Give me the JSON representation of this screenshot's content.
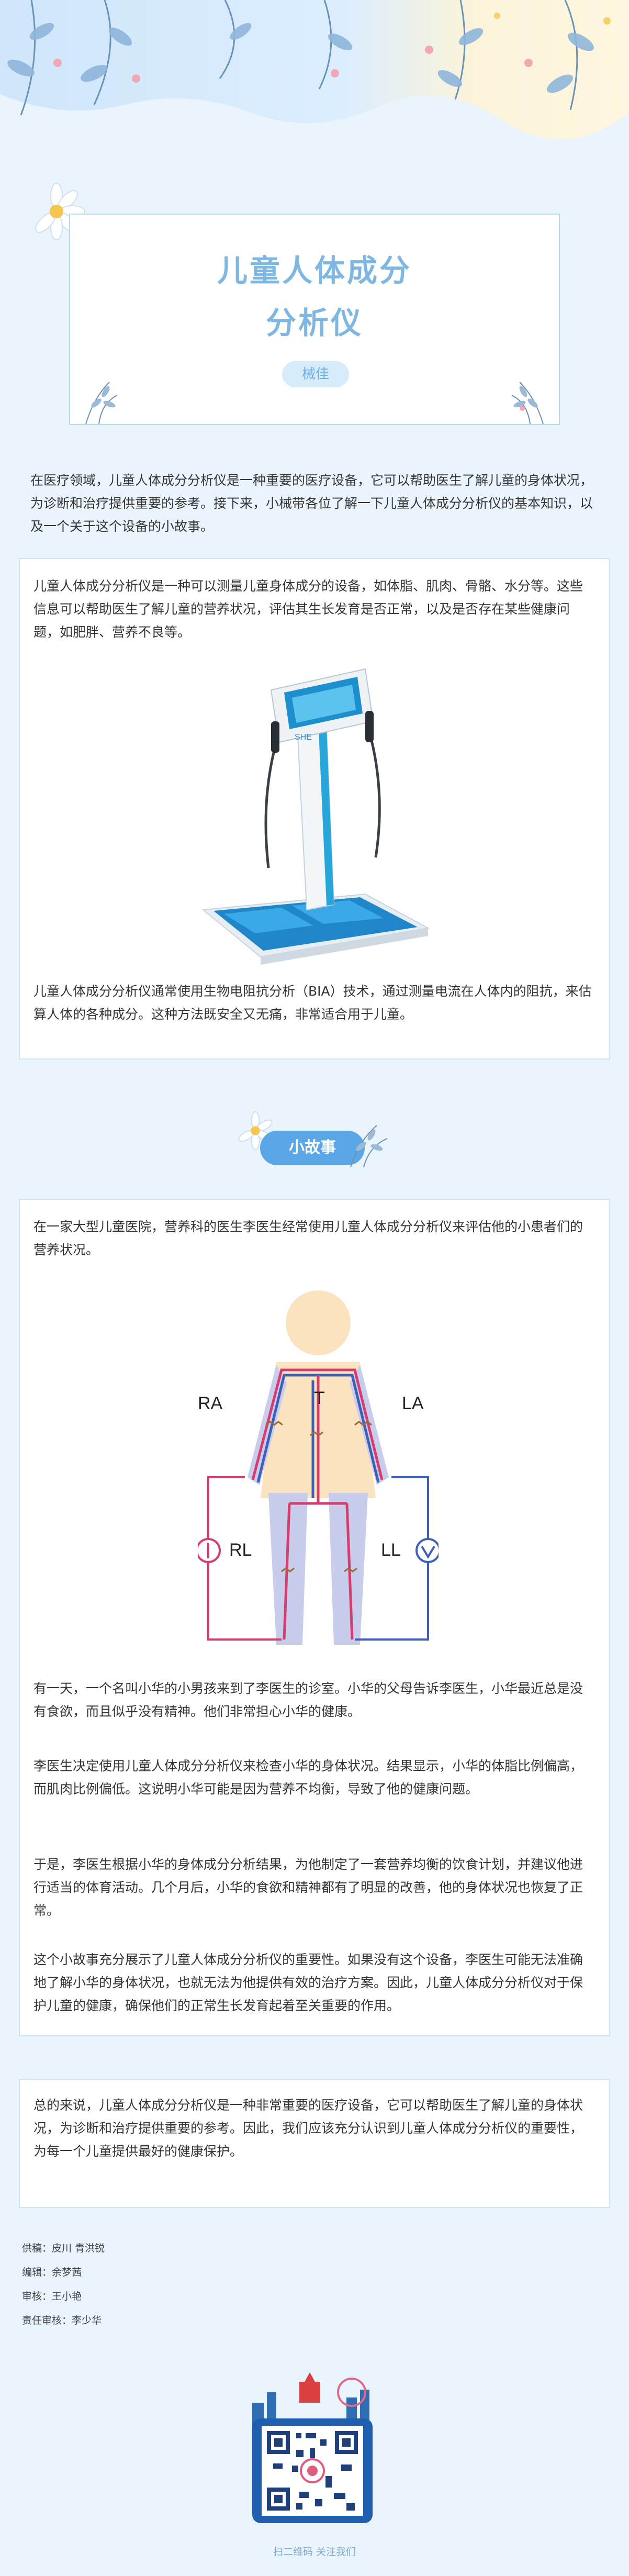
{
  "header": {
    "title_line1": "儿童人体成分",
    "title_line2": "分析仪",
    "author": "械佳"
  },
  "intro": "在医疗领域，儿童人体成分分析仪是一种重要的医疗设备，它可以帮助医生了解儿童的身体状况，为诊断和治疗提供重要的参考。接下来，小械带各位了解一下儿童人体成分分析仪的基本知识，以及一个关于这个设备的小故事。",
  "device_card": {
    "para1": "儿童人体成分分析仪是一种可以测量儿童身体成分的设备，如体脂、肌肉、骨骼、水分等。这些信息可以帮助医生了解儿童的营养状况，评估其生长发育是否正常，以及是否存在某些健康问题，如肥胖、营养不良等。",
    "brand_text": "SHE",
    "para2": "儿童人体成分分析仪通常使用生物电阻抗分析（BIA）技术，通过测量电流在人体内的阻抗，来估算人体的各种成分。这种方法既安全又无痛，非常适合用于儿童。"
  },
  "story_badge": "小故事",
  "story_card": {
    "intro": "在一家大型儿童医院，营养科的医生李医生经常使用儿童人体成分分析仪来评估他的小患者们的营养状况。",
    "diagram_labels": {
      "ra": "RA",
      "la": "LA",
      "t": "T",
      "rl": "RL",
      "ll": "LL"
    },
    "paragraphs": [
      "有一天，一个名叫小华的小男孩来到了李医生的诊室。小华的父母告诉李医生，小华最近总是没有食欲，而且似乎没有精神。他们非常担心小华的健康。",
      "李医生决定使用儿童人体成分分析仪来检查小华的身体状况。结果显示，小华的体脂比例偏高，而肌肉比例偏低。这说明小华可能是因为营养不均衡，导致了他的健康问题。",
      "于是，李医生根据小华的身体成分分析结果，为他制定了一套营养均衡的饮食计划，并建议他进行适当的体育活动。几个月后，小华的食欲和精神都有了明显的改善，他的身体状况也恢复了正常。",
      "这个小故事充分展示了儿童人体成分分析仪的重要性。如果没有这个设备，李医生可能无法准确地了解小华的身体状况，也就无法为他提供有效的治疗方案。因此，儿童人体成分分析仪对于保护儿童的健康，确保他们的正常生长发育起着至关重要的作用。"
    ]
  },
  "summary": "总的来说，儿童人体成分分析仪是一种非常重要的医疗设备，它可以帮助医生了解儿童的身体状况，为诊断和治疗提供重要的参考。因此，我们应该充分认识到儿童人体成分分析仪的重要性，为每一个儿童提供最好的健康保护。",
  "credits": [
    "供稿：皮川 青洪锐",
    "编辑：余梦茜",
    "审核：王小艳",
    "责任审核：李少华"
  ],
  "footer": {
    "qr_caption": "扫二维码 关注我们"
  },
  "colors": {
    "accent": "#7fb7e3",
    "badge": "#5aa6e6",
    "page_bg": "#e9f4fc",
    "card_border": "#cfe4f4"
  }
}
